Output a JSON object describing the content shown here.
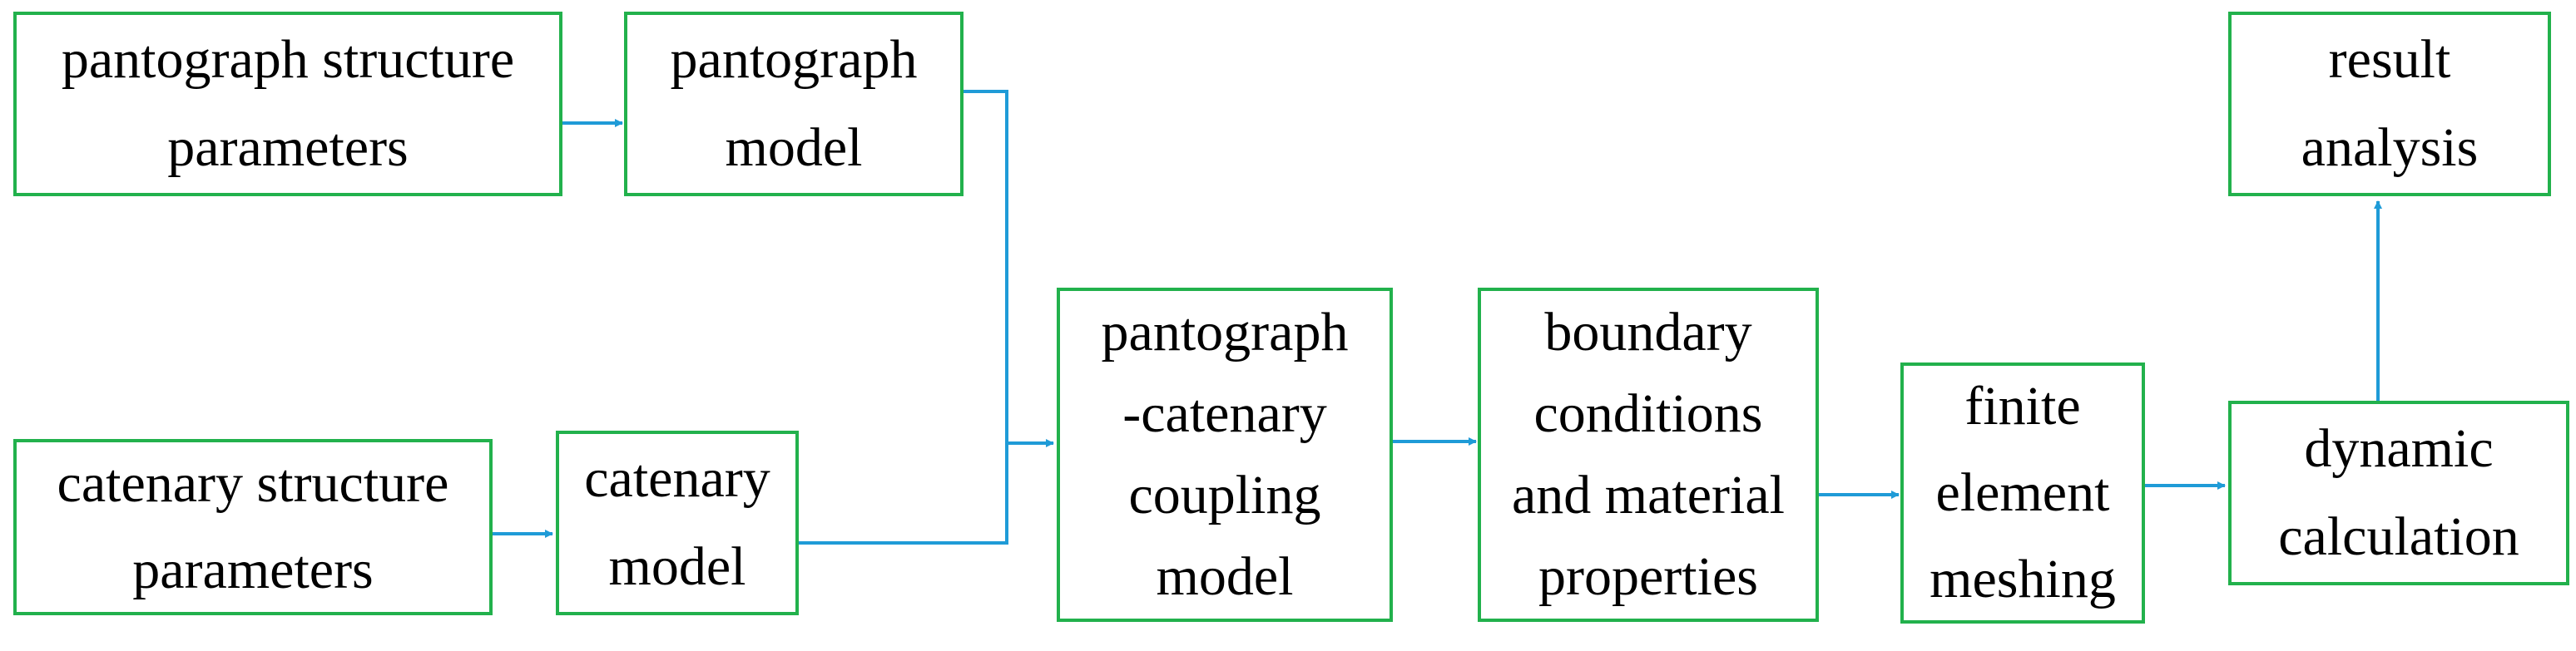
{
  "colors": {
    "box_border": "#22b14c",
    "connector": "#1f9bd7",
    "text": "#000000",
    "background": "#ffffff"
  },
  "nodes": {
    "pantograph_structure_parameters": "pantograph structure\nparameters",
    "pantograph_model": "pantograph\nmodel",
    "catenary_structure_parameters": "catenary structure\nparameters",
    "catenary_model": "catenary\nmodel",
    "coupling_model": "pantograph\n-catenary\ncoupling\nmodel",
    "boundary_conditions": "boundary\nconditions\nand material\nproperties",
    "finite_element_meshing": "finite\nelement\nmeshing",
    "dynamic_calculation": "dynamic\ncalculation",
    "result_analysis": "result\nanalysis"
  }
}
